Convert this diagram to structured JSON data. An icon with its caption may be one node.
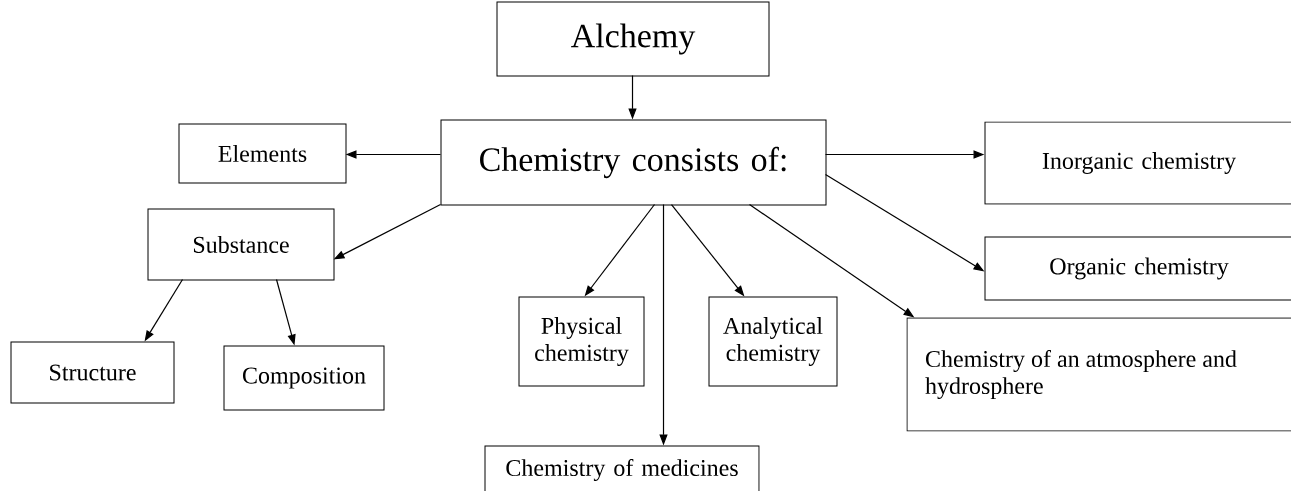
{
  "diagram": {
    "nodes": [
      {
        "text": [
          "Alchemy"
        ]
      },
      {
        "text": [
          "Chemistry consists of:"
        ]
      },
      {
        "text": [
          "Elements"
        ]
      },
      {
        "text": [
          "Inorganic chemistry"
        ]
      },
      {
        "text": [
          "Substance"
        ]
      },
      {
        "text": [
          "Organic chemistry"
        ]
      },
      {
        "text": [
          "Physical chemistry"
        ]
      },
      {
        "text": [
          "Analytical chemistry"
        ]
      },
      {
        "text": [
          "Chemistry of an atmosphere and hydrosphere"
        ]
      },
      {
        "text": [
          "Structure"
        ]
      },
      {
        "text": [
          "Composition"
        ]
      },
      {
        "text": [
          "Chemistry of medicines"
        ]
      }
    ],
    "edges": [
      {
        "from": 0,
        "to": 1,
        "arrow": "to"
      },
      {
        "from": 1,
        "to": 2,
        "arrow": "to"
      },
      {
        "from": 1,
        "to": 3,
        "arrow": "to"
      },
      {
        "from": 1,
        "to": 4,
        "arrow": "to"
      },
      {
        "from": 1,
        "to": 5,
        "arrow": "to"
      },
      {
        "from": 1,
        "to": 6,
        "arrow": "to"
      },
      {
        "from": 1,
        "to": 11,
        "arrow": "to"
      },
      {
        "from": 1,
        "to": 7,
        "arrow": "to"
      },
      {
        "from": 1,
        "to": 8,
        "arrow": "to"
      },
      {
        "from": 4,
        "to": 9,
        "arrow": "to"
      },
      {
        "from": 4,
        "to": 10,
        "arrow": "to"
      }
    ]
  }
}
